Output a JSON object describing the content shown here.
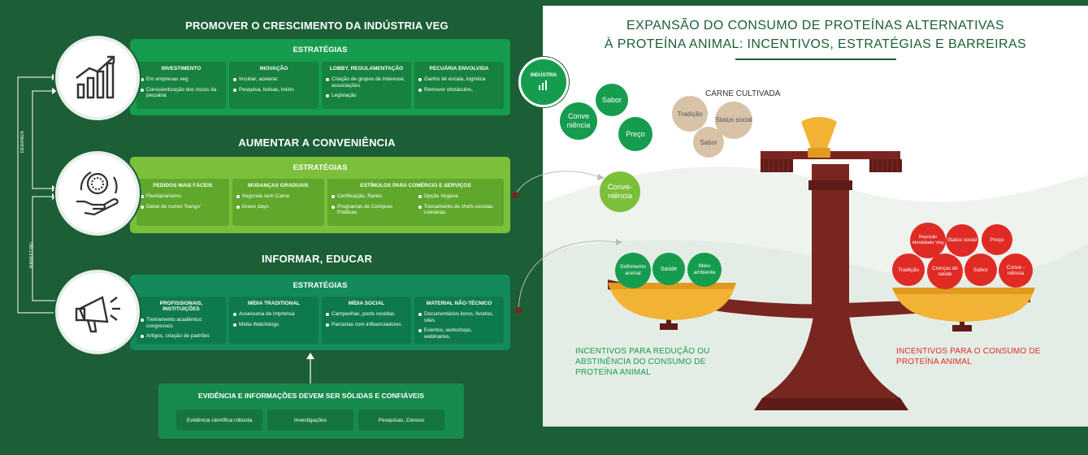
{
  "left": {
    "section1": {
      "title": "PROMOVER O CRESCIMENTO DA INDÚSTRIA VEG",
      "panel_title": "ESTRATÉGIAS",
      "cols": [
        {
          "head": "INVESTIMENTO",
          "items": [
            "Em empresas veg",
            "Conscientização dos riscos da pecuária"
          ]
        },
        {
          "head": "INOVAÇÃO",
          "items": [
            "Incubar, acelerar",
            "Pesquisa, bolsas, treino"
          ]
        },
        {
          "head": "LOBBY, REGULAMENTAÇÃO",
          "items": [
            "Criação de grupos de interesse, associações",
            "Legislação"
          ]
        },
        {
          "head": "PECUÁRIA ENVOLVIDA",
          "items": [
            "Ganho de escala, logística",
            "Remover obstáculos,"
          ]
        }
      ]
    },
    "section2": {
      "title": "AUMENTAR A CONVENIÊNCIA",
      "panel_title": "ESTRATÉGIAS",
      "cols": [
        {
          "head": "PEDIDOS MAIS FÁCEIS",
          "items": [
            "Flexitarianismo",
            "Deixe de comer 'frango'"
          ]
        },
        {
          "head": "MUDANÇAS GRADUAIS",
          "items": [
            "Segunda sem Carne",
            "Green days"
          ]
        },
        {
          "head": "ESTÍMULOS PARA COMÉRCIO E SERVIÇOS",
          "items": [
            "Certificação, Ranks",
            "Programas de Compras Públicas",
            "Opção Vegana",
            "Treinamento de chefs escolas culinárias"
          ]
        }
      ]
    },
    "section3": {
      "title": "INFORMAR, EDUCAR",
      "panel_title": "ESTRATÉGIAS",
      "cols": [
        {
          "head": "PROFISSIONAIS, INSTITUIÇÕES",
          "items": [
            "Treinamento acadêmico congressos",
            "Artigos, criação de padrões"
          ]
        },
        {
          "head": "MÍDIA TRADITIONAL",
          "items": [
            "Assessoria de Imprensa",
            "Mídia Watchdogs"
          ]
        },
        {
          "head": "MÍDIA SOCIAL",
          "items": [
            "Campanhas, posts receitas",
            "Parcerias com influenciadores"
          ]
        },
        {
          "head": "MATERIAL NÃO-TÉCNICO",
          "items": [
            "Documentários livros, livretos, sites",
            "Eventos, workshops, webinarios,"
          ]
        }
      ]
    },
    "side_labels": {
      "demand": "DEMANDA",
      "marketing": "MARKETING"
    },
    "evidence": {
      "title": "EVIDÊNCIA E INFORMAÇÕES DEVEM SER SÓLIDAS E CONFIÁVEIS",
      "boxes": [
        "Evidência científica robusta",
        "Investigações",
        "Pesquisas, Censos"
      ]
    }
  },
  "right": {
    "title_line1": "EXPANSÃO DO CONSUMO DE PROTEÍNAS ALTERNATIVAS",
    "title_line2": "À PROTEÍNA ANIMAL: INCENTIVOS, ESTRATÉGIAS E BARREIRAS",
    "industria": "INDÚSTRIA",
    "green_balls": [
      "Conve niência",
      "Sabor",
      "Preço"
    ],
    "carne_cultivada": "CARNE CULTIVADA",
    "tan_balls": [
      "Tradição",
      "Status social",
      "Sabor"
    ],
    "conveniencia_ball": "Conve- niência",
    "left_pan_balls": [
      "Sofrimento animal",
      "Saúde",
      "Meio ambiente"
    ],
    "right_pan_balls": [
      "Rejeição identidade Veg",
      "Status social",
      "Preço",
      "Tradição",
      "Crenças de saúde",
      "Sabor",
      "Conve - niência"
    ],
    "caption_left": "INCENTIVOS PARA REDUÇÃO OU ABSTINÊNCIA DO CONSUMO DE PROTEÍNA ANIMAL",
    "caption_right": "INCENTIVOS PARA O CONSUMO DE PROTEÍNA ANIMAL",
    "colors": {
      "dark_green": "#1c5e36",
      "green": "#169c4f",
      "lime": "#7cbf3a",
      "teal": "#138a5c",
      "red": "#e02b25",
      "tan": "#d8c3a8",
      "wood": "#7a2620",
      "gold": "#f2b233"
    }
  }
}
